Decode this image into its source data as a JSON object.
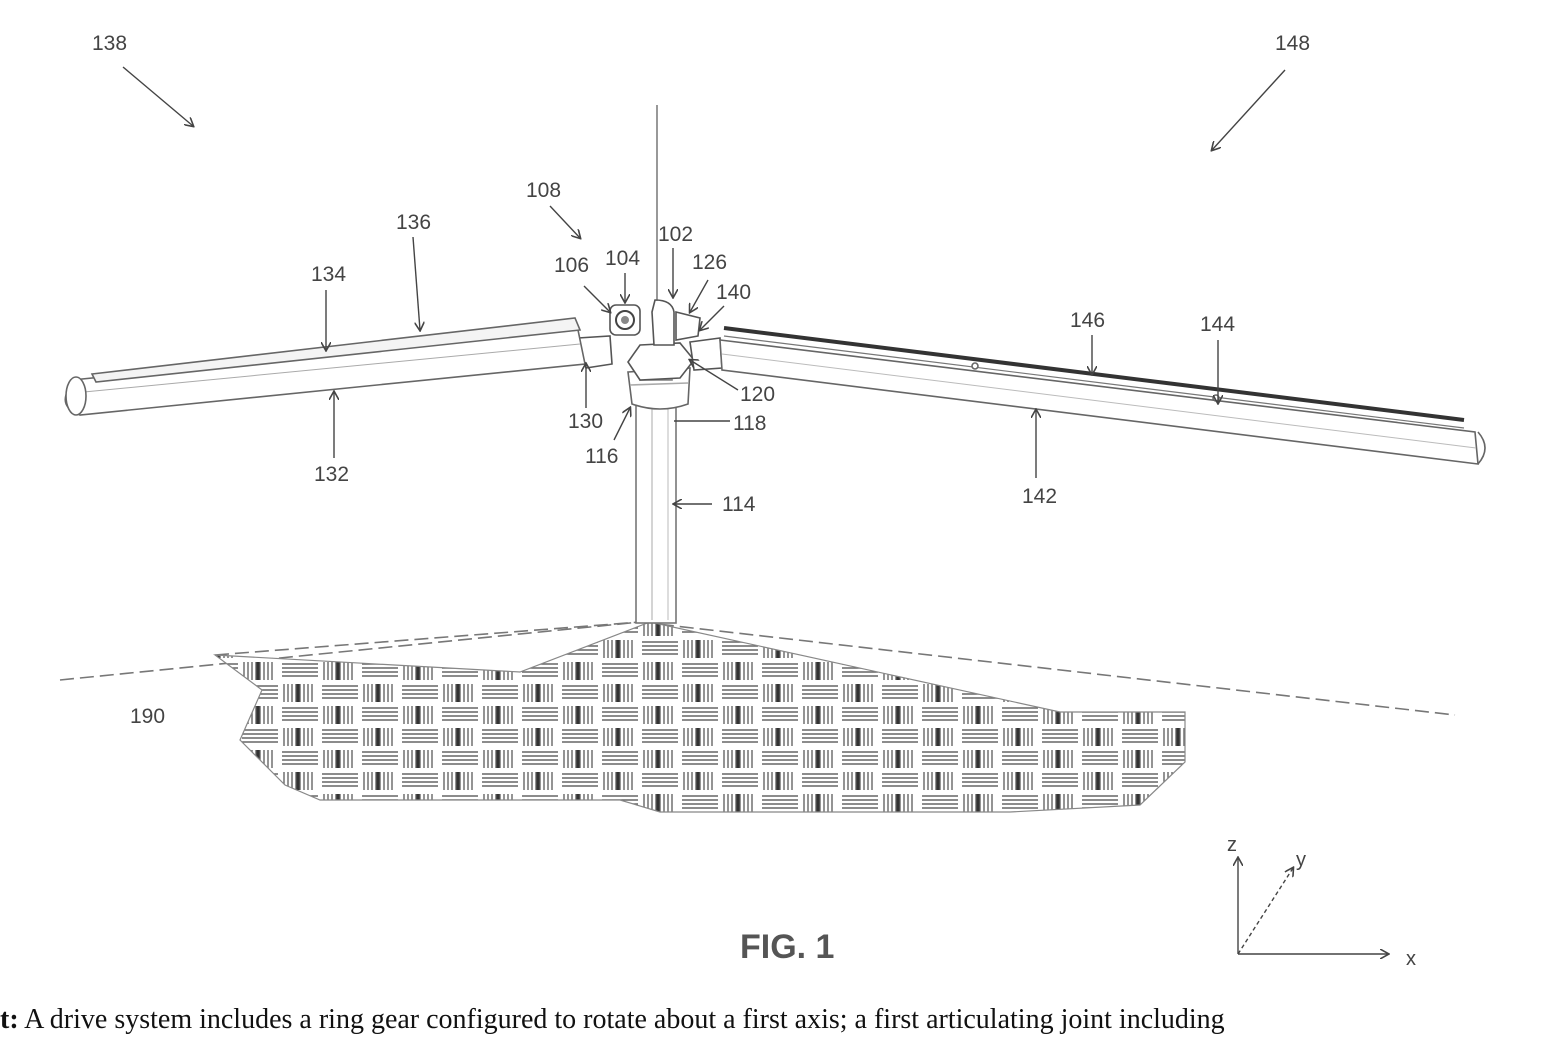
{
  "figure": {
    "title": "FIG. 1",
    "labels": {
      "l138": "138",
      "l148": "148",
      "l108": "108",
      "l136": "136",
      "l134": "134",
      "l132": "132",
      "l106": "106",
      "l104": "104",
      "l102": "102",
      "l126": "126",
      "l140": "140",
      "l146": "146",
      "l144": "144",
      "l142": "142",
      "l130": "130",
      "l120": "120",
      "l118": "118",
      "l116": "116",
      "l114": "114",
      "l190": "190"
    },
    "axes": {
      "z": "z",
      "y": "y",
      "x": "x"
    }
  },
  "caption": {
    "prefix": "t:",
    "text": " A drive system includes a ring gear configured to rotate about a first axis; a first articulating joint including"
  }
}
